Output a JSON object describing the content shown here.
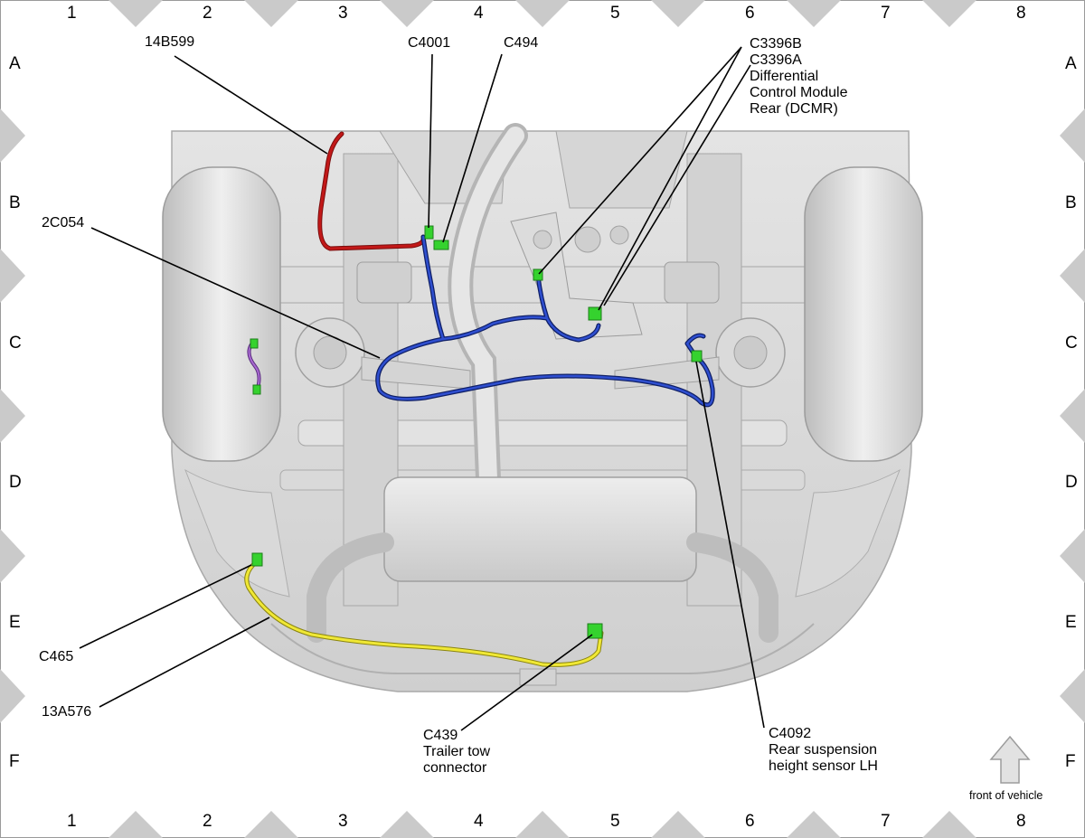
{
  "grid": {
    "columns": [
      "1",
      "2",
      "3",
      "4",
      "5",
      "6",
      "7",
      "8"
    ],
    "rows": [
      "A",
      "B",
      "C",
      "D",
      "E",
      "F"
    ]
  },
  "callouts": {
    "l14b599": "14B599",
    "c4001": "C4001",
    "c494": "C494",
    "c3396b": "C3396B",
    "c3396a": "C3396A",
    "dcmr_1": "Differential",
    "dcmr_2": "Control Module",
    "dcmr_3": "Rear (DCMR)",
    "l2c054": "2C054",
    "c465": "C465",
    "l13a576": "13A576",
    "c439": "C439",
    "c439_desc_1": "Trailer tow",
    "c439_desc_2": "connector",
    "c4092": "C4092",
    "c4092_desc_1": "Rear suspension",
    "c4092_desc_2": "height sensor LH"
  },
  "orientation": {
    "label": "front of vehicle",
    "arrow_icon": "up-arrow-icon"
  },
  "colors": {
    "harness_blue": "#1c3aa8",
    "harness_red": "#c21818",
    "harness_yellow": "#e6de2a",
    "harness_purple": "#8a4fb0",
    "connector_green": "#35d22e",
    "vehicle_gray": "#d6d6d6",
    "border_diamond": "#c8c8c8"
  }
}
